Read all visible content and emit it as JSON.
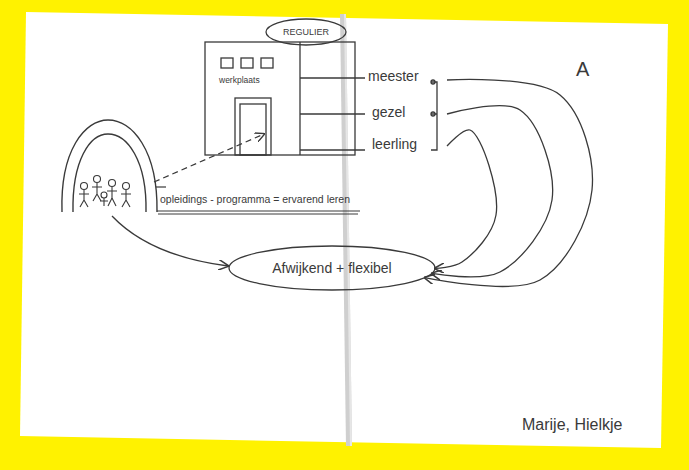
{
  "diagram": {
    "nodes": [
      {
        "text": [
          "REGULIER"
        ]
      },
      {
        "text": [
          "werkplaats",
          "meester",
          "gezel",
          "leerling"
        ]
      },
      {
        "text": [
          "Afwijkend + flexibel"
        ]
      }
    ],
    "edges": [
      {
        "from": 1,
        "to": 2,
        "arrow": "to"
      },
      {
        "from": 1,
        "to": 2,
        "arrow": "to"
      },
      {
        "from": 1,
        "to": 2,
        "arrow": "to"
      }
    ],
    "labels": [
      "A",
      "opleidings - programma = ervarend leren",
      "Marije, Hielkje"
    ]
  }
}
